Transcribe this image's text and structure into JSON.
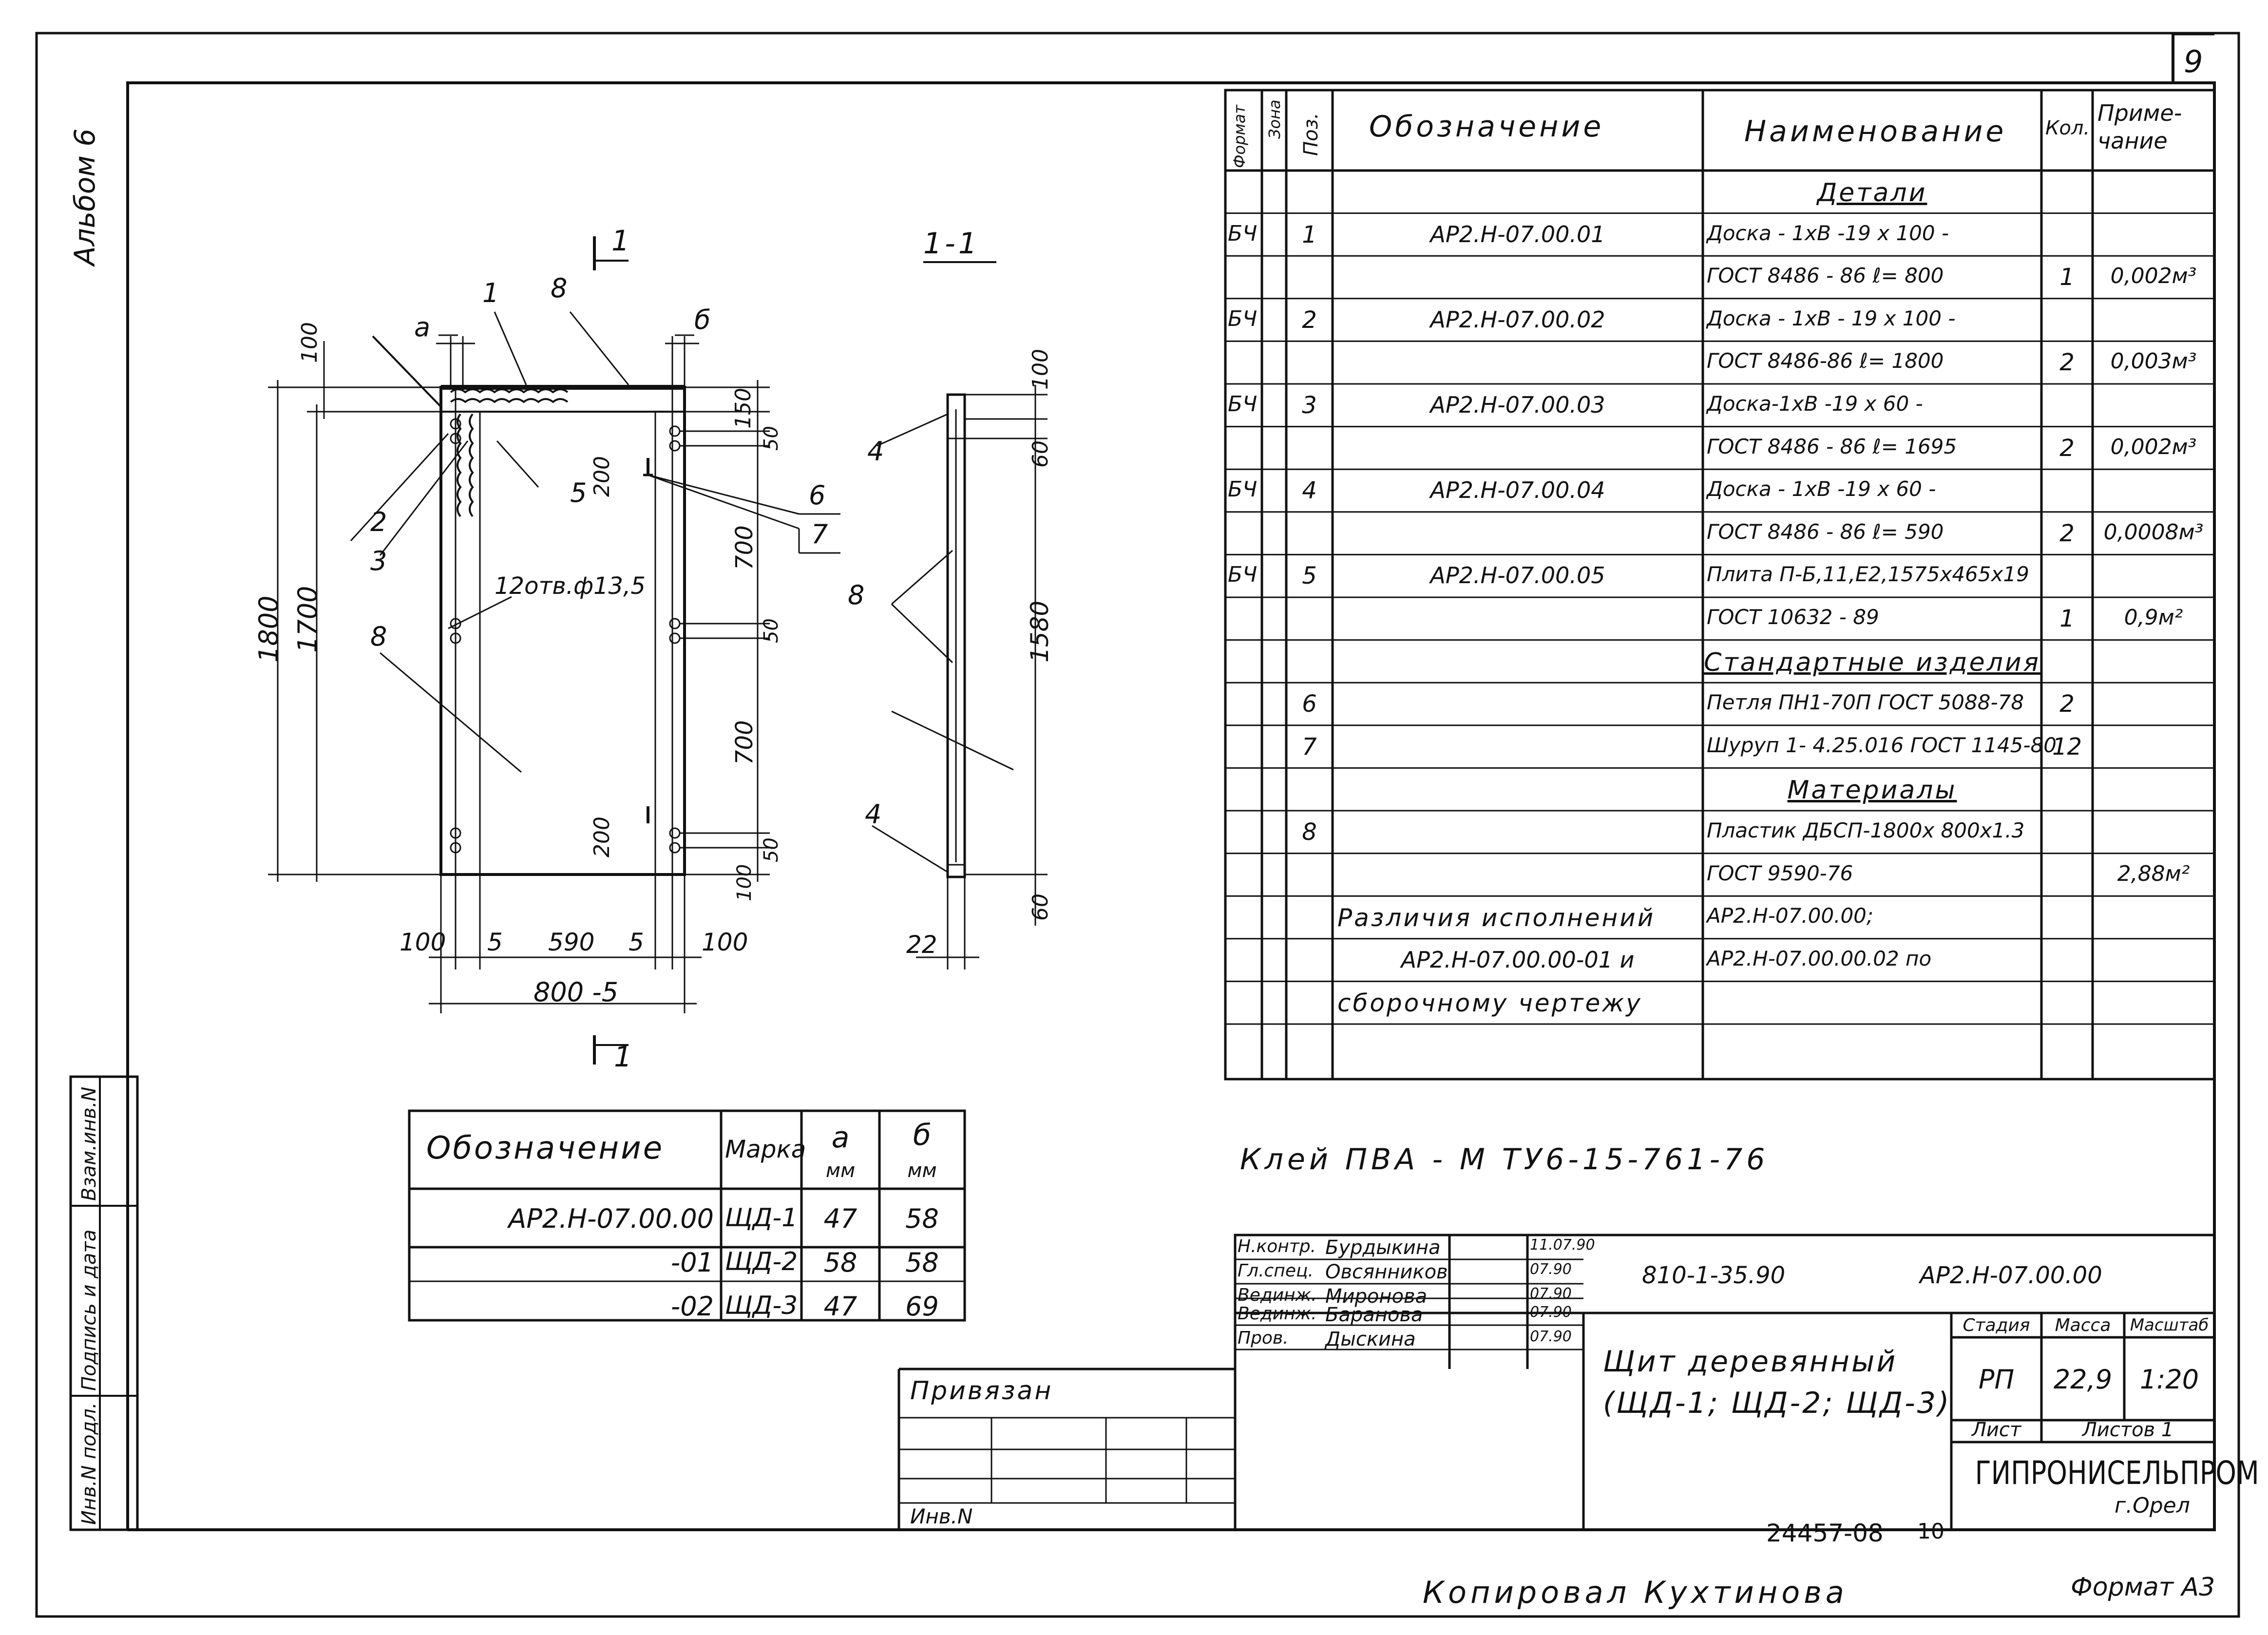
{
  "sheet": {
    "album": "Альбом 6",
    "sheet_no": "9",
    "copied_by": "Копировал Кухтинова",
    "format": "Формат А3",
    "archive_no": "24457-08",
    "archive_sub": "10"
  },
  "spec": {
    "headers": {
      "format": "Формат",
      "zone": "Зона",
      "pos": "Поз.",
      "designation": "Обозначение",
      "name": "Наименование",
      "qty": "Кол.",
      "note1": "Приме-",
      "note2": "чание"
    },
    "rows": [
      {
        "fmt": "",
        "pos": "",
        "des": "",
        "name": "Детали",
        "qty": "",
        "note": "",
        "section": true
      },
      {
        "fmt": "БЧ",
        "pos": "1",
        "des": "АР2.Н-07.00.01",
        "name": "Доска - 1хВ -19 х 100 -",
        "qty": "",
        "note": ""
      },
      {
        "fmt": "",
        "pos": "",
        "des": "",
        "name": "ГОСТ 8486 - 86  ℓ= 800",
        "qty": "1",
        "note": "0,002м³"
      },
      {
        "fmt": "БЧ",
        "pos": "2",
        "des": "АР2.Н-07.00.02",
        "name": "Доска - 1хВ - 19 х 100 -",
        "qty": "",
        "note": ""
      },
      {
        "fmt": "",
        "pos": "",
        "des": "",
        "name": "ГОСТ 8486-86  ℓ= 1800",
        "qty": "2",
        "note": "0,003м³"
      },
      {
        "fmt": "БЧ",
        "pos": "3",
        "des": "АР2.Н-07.00.03",
        "name": "Доска-1хВ -19 х 60 -",
        "qty": "",
        "note": ""
      },
      {
        "fmt": "",
        "pos": "",
        "des": "",
        "name": "ГОСТ 8486 - 86  ℓ= 1695",
        "qty": "2",
        "note": "0,002м³"
      },
      {
        "fmt": "БЧ",
        "pos": "4",
        "des": "АР2.Н-07.00.04",
        "name": "Доска - 1хВ -19 х 60 -",
        "qty": "",
        "note": ""
      },
      {
        "fmt": "",
        "pos": "",
        "des": "",
        "name": "ГОСТ 8486 - 86  ℓ= 590",
        "qty": "2",
        "note": "0,0008м³"
      },
      {
        "fmt": "БЧ",
        "pos": "5",
        "des": "АР2.Н-07.00.05",
        "name": "Плита П-Б,11,Е2,1575х465х19",
        "qty": "",
        "note": ""
      },
      {
        "fmt": "",
        "pos": "",
        "des": "",
        "name": "ГОСТ 10632 - 89",
        "qty": "1",
        "note": "0,9м²"
      },
      {
        "fmt": "",
        "pos": "",
        "des": "",
        "name": "Стандартные изделия",
        "qty": "",
        "note": "",
        "section": true
      },
      {
        "fmt": "",
        "pos": "6",
        "des": "",
        "name": "Петля ПН1-70П ГОСТ 5088-78",
        "qty": "2",
        "note": ""
      },
      {
        "fmt": "",
        "pos": "7",
        "des": "",
        "name": "Шуруп 1- 4.25.016 ГОСТ 1145-80",
        "qty": "12",
        "note": ""
      },
      {
        "fmt": "",
        "pos": "",
        "des": "",
        "name": "Материалы",
        "qty": "",
        "note": "",
        "section": true
      },
      {
        "fmt": "",
        "pos": "8",
        "des": "",
        "name": "Пластик ДБСП-1800х 800х1.3",
        "qty": "",
        "note": ""
      },
      {
        "fmt": "",
        "pos": "",
        "des": "",
        "name": "ГОСТ 9590-76",
        "qty": "",
        "note": "2,88м²"
      },
      {
        "fmt": "",
        "pos": "",
        "des": "Различия  исполнений",
        "name": "АР2.Н-07.00.00;",
        "qty": "",
        "note": ""
      },
      {
        "fmt": "",
        "pos": "",
        "des": "АР2.Н-07.00.00-01    и",
        "name": "АР2.Н-07.00.00.02  по",
        "qty": "",
        "note": ""
      },
      {
        "fmt": "",
        "pos": "",
        "des": "сборочному чертежу",
        "name": "",
        "qty": "",
        "note": ""
      },
      {
        "fmt": "",
        "pos": "",
        "des": "",
        "name": "",
        "qty": "",
        "note": ""
      }
    ]
  },
  "glue_note": "Клей   ПВА - М     ТУ6-15-761-76",
  "variants": {
    "headers": {
      "des": "Обозначение",
      "mark": "Марка",
      "a": "а",
      "b": "б",
      "unit": "мм"
    },
    "rows": [
      {
        "des": "АР2.Н-07.00.00",
        "mark": "ЩД-1",
        "a": "47",
        "b": "58"
      },
      {
        "des": "-01",
        "mark": "ЩД-2",
        "a": "58",
        "b": "58"
      },
      {
        "des": "-02",
        "mark": "ЩД-3",
        "a": "47",
        "b": "69"
      }
    ]
  },
  "title_block": {
    "project": "810-1-35.90",
    "code": "АР2.Н-07.00.00",
    "title1": "Щит деревянный",
    "title2": "(ЩД-1; ЩД-2; ЩД-3)",
    "stage_h": "Стадия",
    "mass_h": "Масса",
    "scale_h": "Масштаб",
    "stage": "РП",
    "mass": "22,9",
    "scale": "1:20",
    "sheet_h": "Лист",
    "sheets_h": "Листов 1",
    "org": "ГИПРОНИСЕЛЬПРОМ",
    "city": "г.Орел",
    "attached": "Привязан",
    "inv": "Инв.N",
    "people": [
      {
        "role": "Н.контр.",
        "name": "Бурдыкина",
        "date": "11.07.90"
      },
      {
        "role": "Гл.спец.",
        "name": "Овсянников",
        "date": "07.90"
      },
      {
        "role": "Вединж.",
        "name": "Миронова",
        "date": "07.90"
      },
      {
        "role": "Вединж.",
        "name": "Баранова",
        "date": "07.90"
      },
      {
        "role": "Пров.",
        "name": "Дыскина",
        "date": "07.90"
      }
    ]
  },
  "side_stamp": {
    "inv_orig": "Инв.N подл.",
    "sign_date": "Подпись и дата",
    "replace_inv": "Взам.инв.N"
  },
  "drawing": {
    "section_top": "1",
    "section_bottom": "1",
    "section_view": "1-1",
    "hole_note": "12отв.ф13,5",
    "letters": {
      "a": "а",
      "b": "б"
    },
    "positions": [
      "1",
      "8",
      "2",
      "3",
      "5",
      "6",
      "7",
      "8",
      "4",
      "8",
      "4"
    ],
    "dims": {
      "d100t": "100",
      "d1800": "1800",
      "d1700": "1700",
      "d150": "150",
      "d50a": "50",
      "d200a": "200",
      "d700a": "700",
      "d50b": "50",
      "d700b": "700",
      "d200b": "200",
      "d100b": "100",
      "d50c": "50",
      "b100l": "100",
      "b5l": "5",
      "b590": "590",
      "b5r": "5",
      "b100r": "100",
      "b800": "800 -5",
      "s100": "100",
      "s60a": "60",
      "s1580": "1580",
      "s60b": "60",
      "s22": "22"
    }
  }
}
